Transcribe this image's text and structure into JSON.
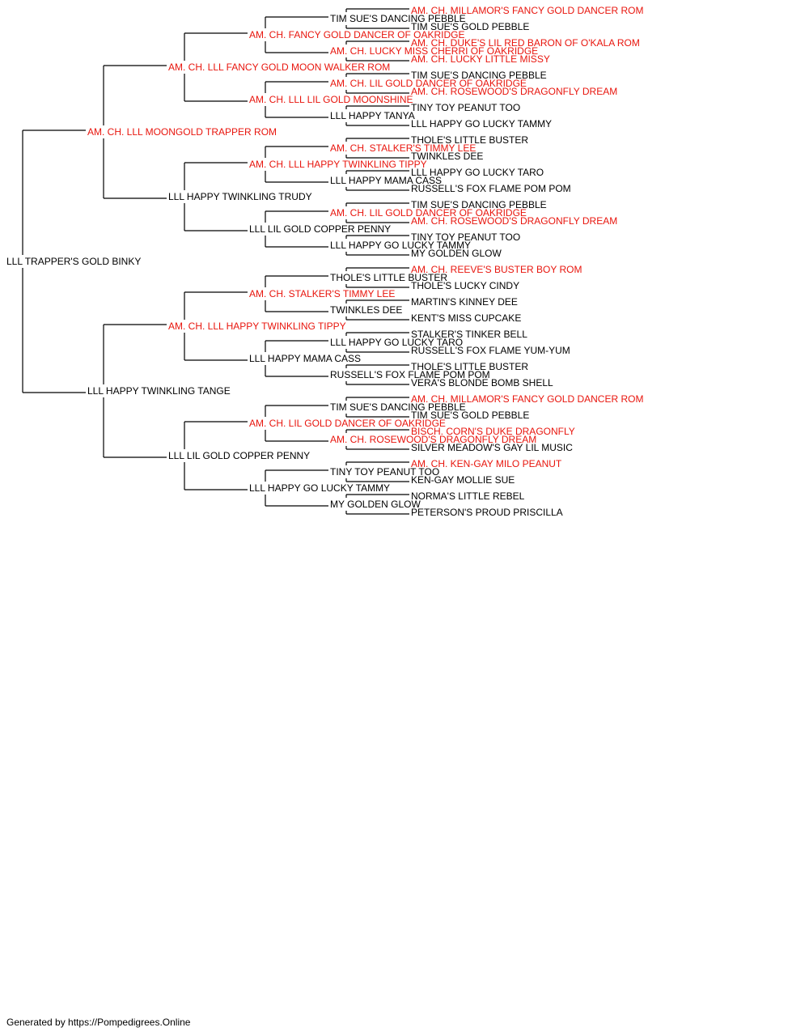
{
  "colors": {
    "champion": "#e8150d",
    "normal": "#000000",
    "line": "#000000"
  },
  "pedigree": {
    "name": "LLL TRAPPER'S GOLD BINKY",
    "champion": false,
    "sire": {
      "name": "AM. CH. LLL MOONGOLD TRAPPER ROM",
      "champion": true,
      "sire": {
        "name": "AM. CH. LLL FANCY GOLD MOON WALKER ROM",
        "champion": true,
        "sire": {
          "name": "AM. CH. FANCY GOLD DANCER OF OAKRIDGE",
          "champion": true,
          "sire": {
            "name": "TIM SUE'S DANCING PEBBLE",
            "champion": false,
            "sire": {
              "name": "AM. CH. MILLAMOR'S FANCY GOLD DANCER ROM",
              "champion": true
            },
            "dam": {
              "name": "TIM SUE'S GOLD PEBBLE",
              "champion": false
            }
          },
          "dam": {
            "name": "AM. CH. LUCKY MISS CHERRI OF OAKRIDGE",
            "champion": true,
            "sire": {
              "name": "AM. CH. DUKE'S LIL RED BARON OF O'KALA ROM",
              "champion": true
            },
            "dam": {
              "name": "AM. CH. LUCKY LITTLE MISSY",
              "champion": true
            }
          }
        },
        "dam": {
          "name": "AM. CH. LLL LIL GOLD MOONSHINE",
          "champion": true,
          "sire": {
            "name": "AM. CH. LIL GOLD DANCER OF OAKRIDGE",
            "champion": true,
            "sire": {
              "name": "TIM SUE'S DANCING PEBBLE",
              "champion": false
            },
            "dam": {
              "name": "AM. CH. ROSEWOOD'S DRAGONFLY DREAM",
              "champion": true
            }
          },
          "dam": {
            "name": "LLL HAPPY TANYA",
            "champion": false,
            "sire": {
              "name": "TINY TOY PEANUT TOO",
              "champion": false
            },
            "dam": {
              "name": "LLL HAPPY GO LUCKY TAMMY",
              "champion": false
            }
          }
        }
      },
      "dam": {
        "name": "LLL HAPPY TWINKLING TRUDY",
        "champion": false,
        "sire": {
          "name": "AM. CH. LLL HAPPY TWINKLING TIPPY",
          "champion": true,
          "sire": {
            "name": "AM. CH. STALKER'S TIMMY LEE",
            "champion": true,
            "sire": {
              "name": "THOLE'S LITTLE BUSTER",
              "champion": false
            },
            "dam": {
              "name": "TWINKLES DEE",
              "champion": false
            }
          },
          "dam": {
            "name": "LLL HAPPY MAMA CASS",
            "champion": false,
            "sire": {
              "name": "LLL HAPPY GO LUCKY TARO",
              "champion": false
            },
            "dam": {
              "name": "RUSSELL'S FOX FLAME POM POM",
              "champion": false
            }
          }
        },
        "dam": {
          "name": "LLL LIL GOLD COPPER PENNY",
          "champion": false,
          "sire": {
            "name": "AM. CH. LIL GOLD DANCER OF OAKRIDGE",
            "champion": true,
            "sire": {
              "name": "TIM SUE'S DANCING PEBBLE",
              "champion": false
            },
            "dam": {
              "name": "AM. CH. ROSEWOOD'S DRAGONFLY DREAM",
              "champion": true
            }
          },
          "dam": {
            "name": "LLL HAPPY GO LUCKY TAMMY",
            "champion": false,
            "sire": {
              "name": "TINY TOY PEANUT TOO",
              "champion": false
            },
            "dam": {
              "name": "MY GOLDEN GLOW",
              "champion": false
            }
          }
        }
      }
    },
    "dam": {
      "name": "LLL HAPPY TWINKLING TANGE",
      "champion": false,
      "sire": {
        "name": "AM. CH. LLL HAPPY TWINKLING TIPPY",
        "champion": true,
        "sire": {
          "name": "AM. CH. STALKER'S TIMMY LEE",
          "champion": true,
          "sire": {
            "name": "THOLE'S LITTLE BUSTER",
            "champion": false,
            "sire": {
              "name": "AM. CH. REEVE'S BUSTER BOY ROM",
              "champion": true
            },
            "dam": {
              "name": "THOLE'S LUCKY CINDY",
              "champion": false
            }
          },
          "dam": {
            "name": "TWINKLES DEE",
            "champion": false,
            "sire": {
              "name": "MARTIN'S KINNEY DEE",
              "champion": false
            },
            "dam": {
              "name": "KENT'S MISS CUPCAKE",
              "champion": false
            }
          }
        },
        "dam": {
          "name": "LLL HAPPY MAMA CASS",
          "champion": false,
          "sire": {
            "name": "LLL HAPPY GO LUCKY TARO",
            "champion": false,
            "sire": {
              "name": "STALKER'S TINKER BELL",
              "champion": false
            },
            "dam": {
              "name": "RUSSELL'S FOX FLAME YUM-YUM",
              "champion": false
            }
          },
          "dam": {
            "name": "RUSSELL'S FOX FLAME POM POM",
            "champion": false,
            "sire": {
              "name": "THOLE'S LITTLE BUSTER",
              "champion": false
            },
            "dam": {
              "name": "VERA'S BLONDE BOMB SHELL",
              "champion": false
            }
          }
        }
      },
      "dam": {
        "name": "LLL LIL GOLD COPPER PENNY",
        "champion": false,
        "sire": {
          "name": "AM. CH. LIL GOLD DANCER OF OAKRIDGE",
          "champion": true,
          "sire": {
            "name": "TIM SUE'S DANCING PEBBLE",
            "champion": false,
            "sire": {
              "name": "AM. CH. MILLAMOR'S FANCY GOLD DANCER ROM",
              "champion": true
            },
            "dam": {
              "name": "TIM SUE'S GOLD PEBBLE",
              "champion": false
            }
          },
          "dam": {
            "name": "AM. CH. ROSEWOOD'S DRAGONFLY DREAM",
            "champion": true,
            "sire": {
              "name": "BISCH. CORN'S DUKE DRAGONFLY",
              "champion": true
            },
            "dam": {
              "name": "SILVER MEADOW'S GAY LIL MUSIC",
              "champion": false
            }
          }
        },
        "dam": {
          "name": "LLL HAPPY GO LUCKY TAMMY",
          "champion": false,
          "sire": {
            "name": "TINY TOY PEANUT TOO",
            "champion": false,
            "sire": {
              "name": "AM. CH. KEN-GAY MILO PEANUT",
              "champion": true
            },
            "dam": {
              "name": "KEN-GAY MOLLIE SUE",
              "champion": false
            }
          },
          "dam": {
            "name": "MY GOLDEN GLOW",
            "champion": false,
            "sire": {
              "name": "NORMA'S LITTLE REBEL",
              "champion": false
            },
            "dam": {
              "name": "PETERSON'S PROUD PRISCILLA",
              "champion": false
            }
          }
        }
      }
    }
  },
  "footer": {
    "text": "Generated by https://Pompedigrees.Online"
  }
}
